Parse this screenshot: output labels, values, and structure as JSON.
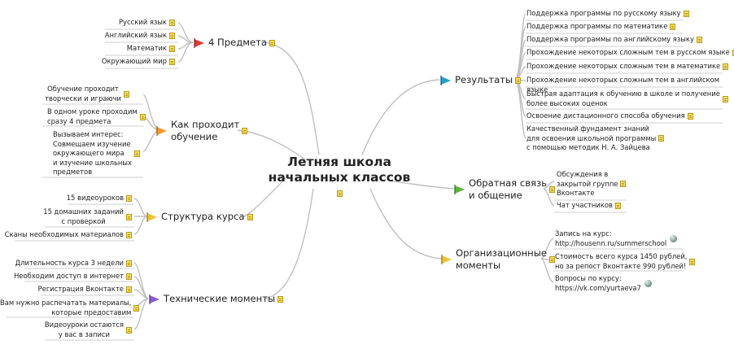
{
  "central": {
    "title": "Летняя школа\nначальных классов"
  },
  "colors": {
    "line": "#bfbfbf",
    "flag_red": "#e0393b",
    "flag_orange": "#f39a2b",
    "flag_yellow": "#f1c232",
    "flag_purple": "#8e5ccf",
    "flag_cyan": "#1fa0c8",
    "flag_green": "#5cb53a",
    "flag_gold": "#f0c23a"
  },
  "branches": {
    "subjects": {
      "label": "4 Предмета",
      "flag": "red-flag-icon",
      "items": [
        "Русский язык",
        "Английский язык",
        "Математик",
        "Окружающий мир"
      ]
    },
    "learning": {
      "label": "Как проходит\nобучение",
      "flag": "orange-flag-icon",
      "items": [
        "Обучение проходит\nтворчески и играючи",
        "В одном уроке проходим\nсразу 4 предмета",
        "Вызываем интерес:\nСовмещаем изучение\nокружающего мира\nи изучение школьных\nпредметов"
      ]
    },
    "structure": {
      "label": "Структура курса",
      "flag": "yellow-flag-icon",
      "items": [
        "15 видеоуроков",
        "15 домашних заданий\nс проверкой",
        "Сканы необходимых материалов"
      ]
    },
    "technical": {
      "label": "Технические моменты",
      "flag": "purple-flag-icon",
      "items": [
        "Длительность курса 3 недели",
        "Необходим доступ в интернет",
        "Регистрация Вконтакте",
        "Вам нужно распечатать материалы,\nкоторые предоставим",
        "Видеоуроки остаются\nу вас в записи"
      ]
    },
    "results": {
      "label": "Результаты",
      "flag": "cyan-flag-icon",
      "items": [
        "Поддержка программы по русскому языку",
        "Поддержка программы по математике",
        "Поддержка программы по английскому языку",
        "Прохождение некоторых сложным тем в русском языке",
        "Прохождение некоторых сложным тем в математике",
        "Прохождение некоторых сложным тем в английском языке",
        "Быстрая адаптация к обучению в школе и получение\nболее высоких оценок",
        "Освоение дистационного способа обучения",
        "Качественный фундамент знаний\nдля освоения школьной программы\nс помощью методик Н. А. Зайцева"
      ]
    },
    "feedback": {
      "label": "Обратная связь\nи общение",
      "flag": "green-flag-icon",
      "items": [
        "Обсуждения в\nзакрытой группе\nВконтакте",
        "Чат участников"
      ]
    },
    "org": {
      "label": "Организационные\nмоменты",
      "flag": "gold-flag-icon",
      "items": [
        "Запись на курс:\nhttp://housenn.ru/summerschool",
        "Стоимость всего курса 1450 рублей,\nно за репост Вконтакте 990 рублей!",
        "Вопросы по курсу:\nhttps://vk.com/yurtaeva7"
      ]
    }
  }
}
